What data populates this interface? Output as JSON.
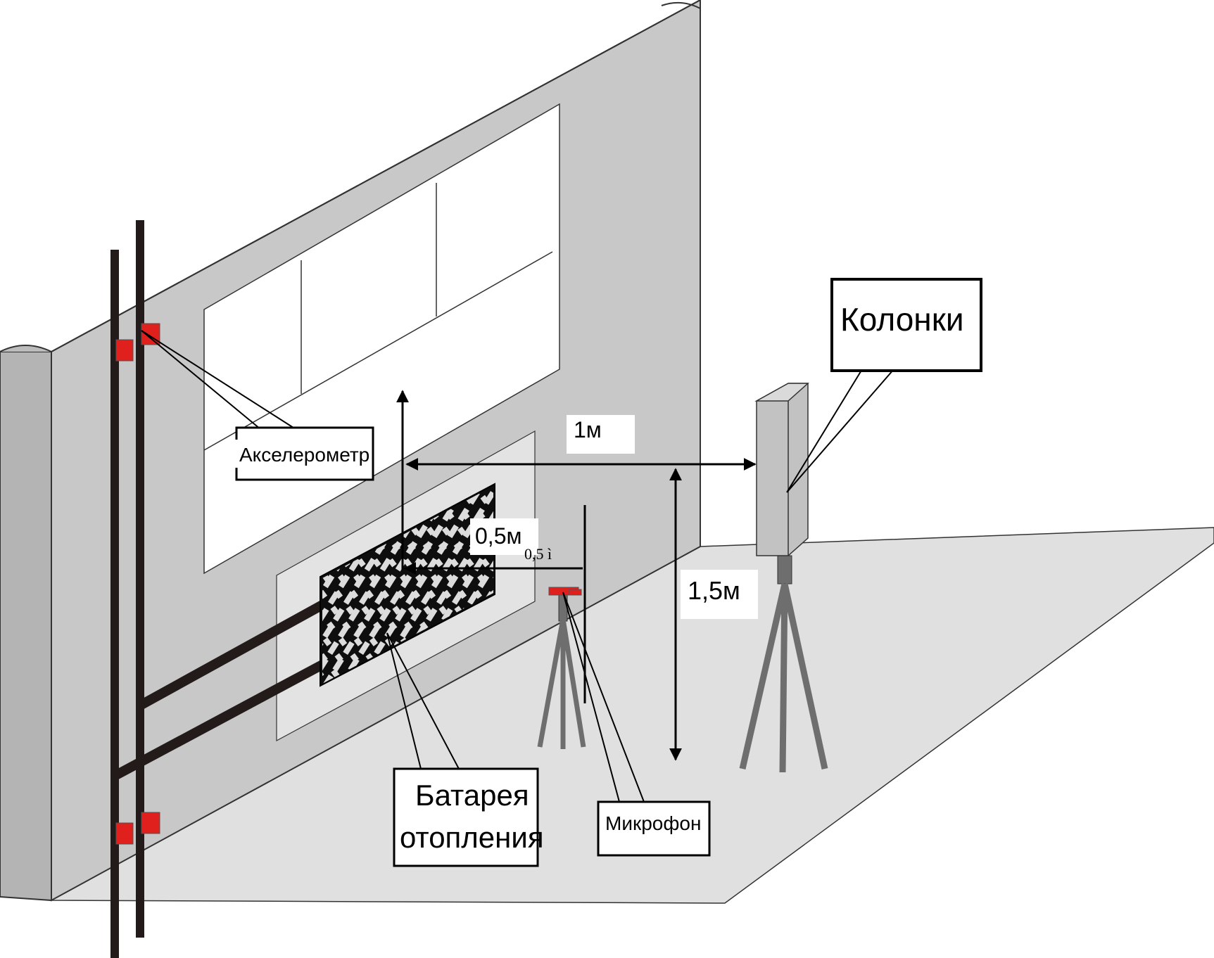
{
  "labels": {
    "speakers": "Колонки",
    "accelerometer": "Акселерометр",
    "radiator": [
      "Батарея",
      "отопления"
    ],
    "microphone": "Микрофон",
    "dist_1m": "1м",
    "dist_05m": "0,5м",
    "dist_05m_garbled": "0,5 ì",
    "height_15m": "1,5м"
  },
  "colors": {
    "wall": "#c8c8c8",
    "wall_edge": "#b4b4b4",
    "floor": "#e0e0e0",
    "sensor": "#e0201c",
    "pipe": "#221b19",
    "stand": "#6e6e6e"
  }
}
